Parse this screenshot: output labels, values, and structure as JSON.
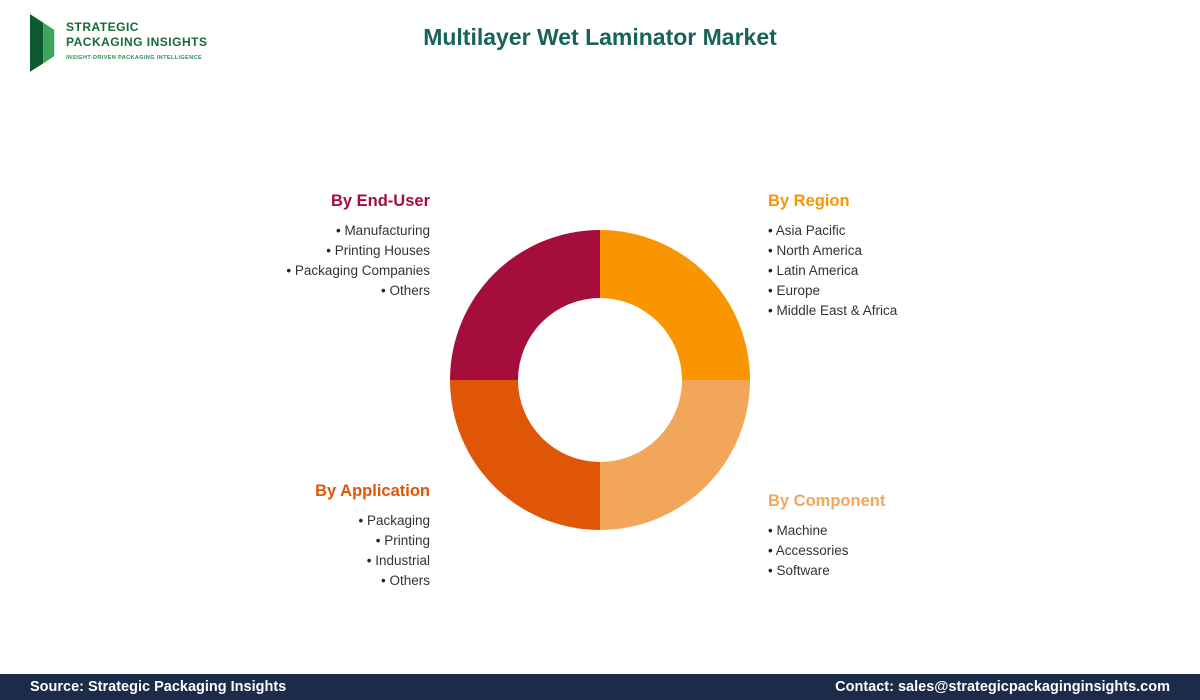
{
  "logo": {
    "line1": "STRATEGIC",
    "line2": "PACKAGING INSIGHTS",
    "tagline": "INSIGHT-DRIVEN PACKAGING INTELLIGENCE",
    "brand_dark_green": "#0E5A30",
    "brand_light_green": "#3FA45C"
  },
  "header": {
    "title": "Multilayer Wet Laminator Market",
    "title_color": "#15635A"
  },
  "sections": {
    "end_user": {
      "heading": "By End-User",
      "color": "#A50D3C",
      "items": [
        "Manufacturing",
        "Printing Houses",
        "Packaging Companies",
        "Others"
      ]
    },
    "region": {
      "heading": "By Region",
      "color": "#F99500",
      "items": [
        "Asia Pacific",
        "North America",
        "Latin America",
        "Europe",
        "Middle East & Africa"
      ]
    },
    "application": {
      "heading": "By Application",
      "color": "#DE5606",
      "items": [
        "Packaging",
        "Printing",
        "Industrial",
        "Others"
      ]
    },
    "component": {
      "heading": "By Component",
      "color": "#F2A65A",
      "items": [
        "Machine",
        "Accessories",
        "Software"
      ]
    }
  },
  "chart_data": {
    "type": "pie",
    "subtype": "donut",
    "title": "Multilayer Wet Laminator Market segmentation",
    "legend_position": "corners",
    "segments": [
      {
        "label": "By Region",
        "value": 25,
        "color": "#F99500"
      },
      {
        "label": "By Component",
        "value": 25,
        "color": "#F2A65A"
      },
      {
        "label": "By Application",
        "value": 25,
        "color": "#DE5606"
      },
      {
        "label": "By End-User",
        "value": 25,
        "color": "#A50D3C"
      }
    ]
  },
  "footer": {
    "source": "Source: Strategic Packaging Insights",
    "contact": "Contact: sales@strategicpackaginginsights.com",
    "background": "#1C2B4A"
  }
}
